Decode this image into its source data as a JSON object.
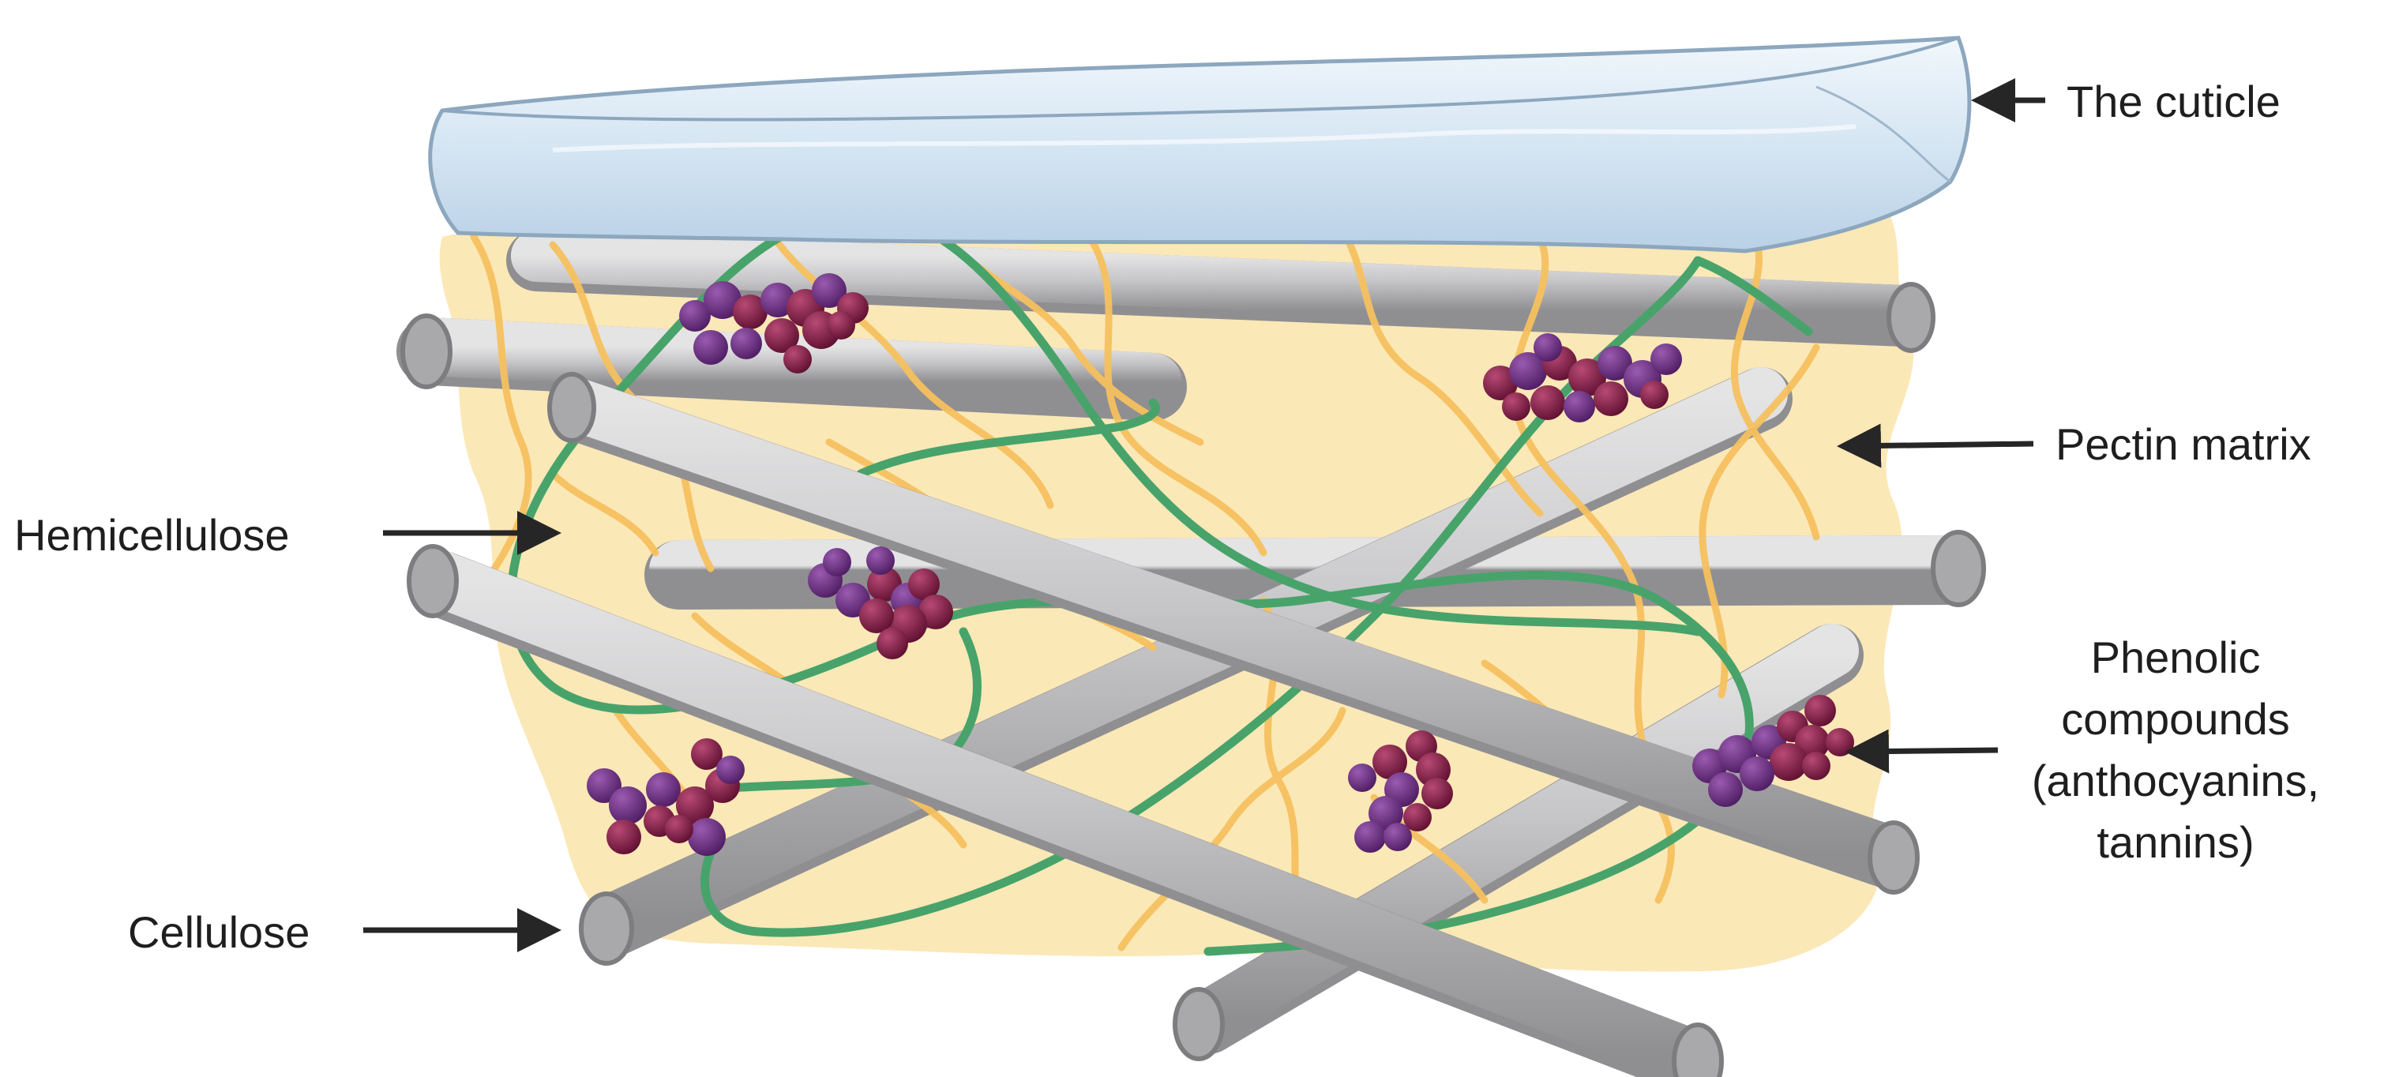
{
  "labels": {
    "cuticle": "The cuticle",
    "pectin": "Pectin matrix",
    "hemicellulose": "Hemicellulose",
    "phenolic": [
      "Phenolic",
      "compounds",
      "(anthocyanins,",
      "tannins)"
    ],
    "cellulose": "Cellulose"
  },
  "colors": {
    "pectin_fill": "#fbe7b3",
    "pectin_strand": "#f6c15f",
    "hemicellulose": "#48a36b",
    "cellulose": "#b8b8ba",
    "cuticle": "#d6e6f3",
    "phenolic_purple": "#6a2c7e",
    "phenolic_crimson": "#8a1d4a",
    "arrow": "#262626"
  }
}
